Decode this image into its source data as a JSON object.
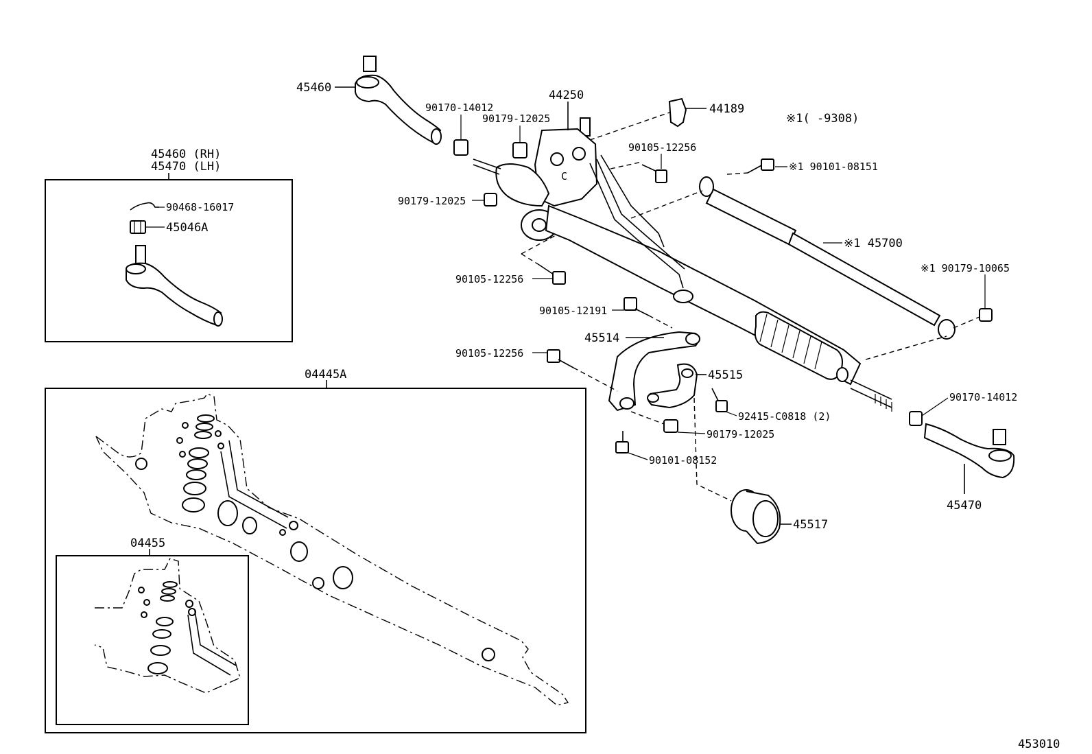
{
  "diagram_code": "453010",
  "note_marker": "※1(      -9308)",
  "inset_tie_rod": {
    "title_rh": "45460 (RH)",
    "title_lh": "45470 (LH)",
    "cotter_pin": "90468-16017",
    "nut": "45046A"
  },
  "inset_kit": {
    "title": "04445A"
  },
  "inset_subkit": {
    "title": "04455"
  },
  "labels": {
    "p45460": "45460",
    "p44250": "44250",
    "p44189": "44189",
    "p90170_top": "90170-14012",
    "p90179_top": "90179-12025",
    "p90105_top": "90105-12256",
    "p90101_08151": "※1 90101-08151",
    "p90179_left": "90179-12025",
    "p45700": "※1 45700",
    "p90105_mid": "90105-12256",
    "p90179_10065": "※1 90179-10065",
    "p90105_12191": "90105-12191",
    "p45514": "45514",
    "p90105_low": "90105-12256",
    "p45515": "45515",
    "p90170_right": "90170-14012",
    "p92415": "92415-C0818 (2)",
    "p90179_low": "90179-12025",
    "p90101_08152": "90101-08152",
    "p45470": "45470",
    "p45517": "45517"
  }
}
